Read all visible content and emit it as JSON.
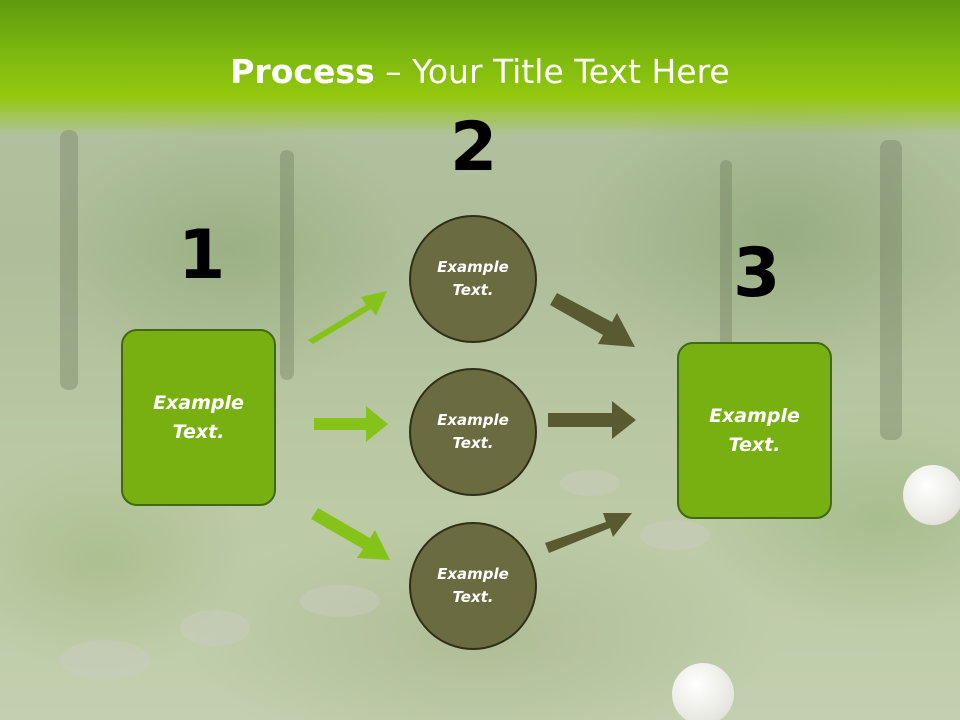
{
  "slide": {
    "title_bold": "Process",
    "title_rest": " – Your Title Text Here"
  },
  "steps": {
    "step1_number": "1",
    "step2_number": "2",
    "step3_number": "3"
  },
  "nodes": {
    "start_box": "Example\nText.",
    "circle_top": "Example\nText.",
    "circle_middle": "Example\nText.",
    "circle_bottom": "Example\nText.",
    "end_box": "Example\nText."
  },
  "colors": {
    "header_green": "#7cb80f",
    "box_green": "#78b011",
    "circle_olive": "#6a6b40",
    "arrow_green": "#86c31a",
    "arrow_olive": "#5a5a32"
  },
  "icons": {
    "arrow_style": "block-arrow"
  }
}
